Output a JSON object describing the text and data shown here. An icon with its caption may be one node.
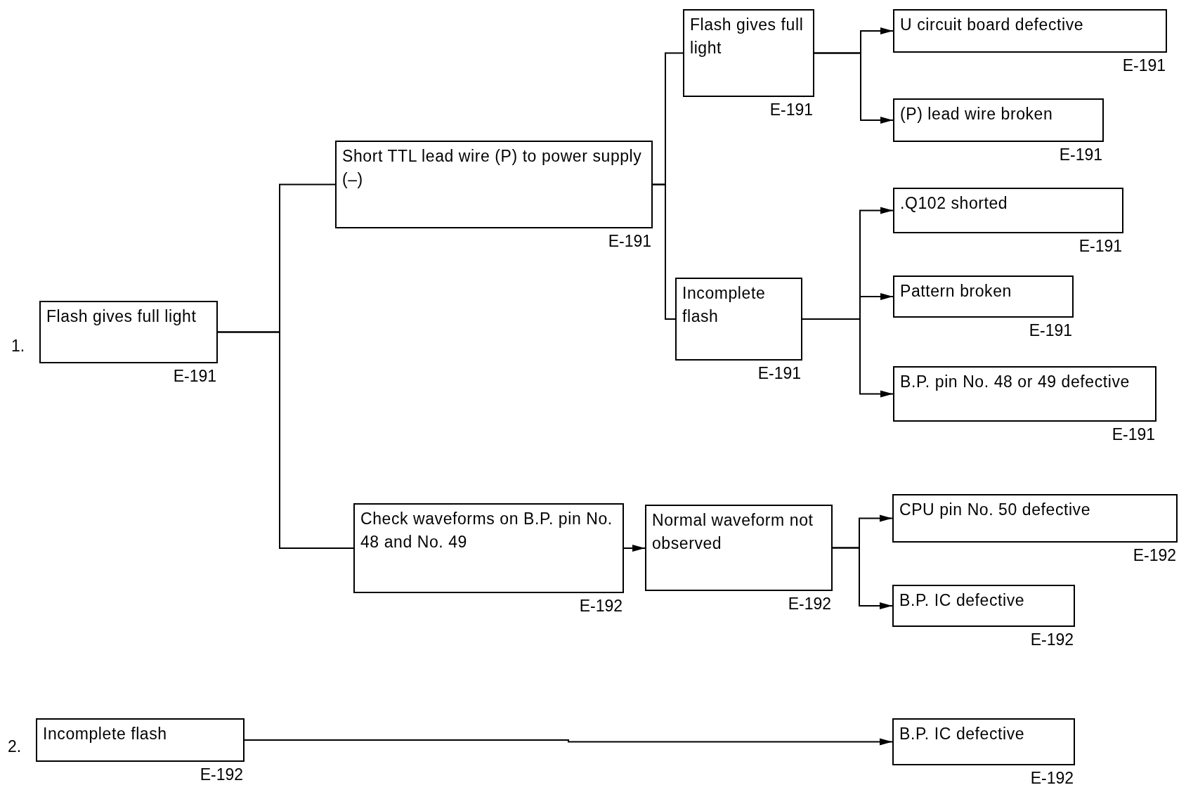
{
  "diagram": {
    "nodes": [
      {
        "text": [
          "Flash gives full light"
        ],
        "beside": [
          "E-191"
        ]
      },
      {
        "text": [
          "Short TTL lead wire (P) to power supply (–)"
        ],
        "beside": [
          "E-191"
        ]
      },
      {
        "text": [
          "Flash gives full light"
        ],
        "beside": [
          "E-191"
        ]
      },
      {
        "text": [
          "U circuit board defective"
        ],
        "beside": [
          "E-191"
        ]
      },
      {
        "text": [
          "(P) lead wire broken"
        ],
        "beside": [
          "E-191"
        ]
      },
      {
        "text": [
          "Incomplete flash"
        ],
        "beside": [
          "E-191"
        ]
      },
      {
        "text": [
          ".Q102 shorted"
        ],
        "beside": [
          "E-191"
        ]
      },
      {
        "text": [
          "Pattern broken"
        ],
        "beside": [
          "E-191"
        ]
      },
      {
        "text": [
          "B.P. pin No. 48 or 49 defective"
        ],
        "beside": [
          "E-191"
        ]
      },
      {
        "text": [
          "Check waveforms on B.P. pin No. 48 and No. 49"
        ],
        "beside": [
          "E-192"
        ]
      },
      {
        "text": [
          "Normal waveform not observed"
        ],
        "beside": [
          "E-192"
        ]
      },
      {
        "text": [
          "CPU pin No. 50 defective"
        ],
        "beside": [
          "E-192"
        ]
      },
      {
        "text": [
          "B.P. IC defective"
        ],
        "beside": [
          "E-192"
        ]
      },
      {
        "text": [
          "Incomplete flash"
        ],
        "beside": [
          "E-192"
        ]
      },
      {
        "text": [
          "B.P. IC defective"
        ],
        "beside": [
          "E-192"
        ]
      }
    ],
    "edges": [
      {
        "from": 0,
        "to": 1,
        "arrow": "none"
      },
      {
        "from": 0,
        "to": 9,
        "arrow": "none"
      },
      {
        "from": 1,
        "to": 2,
        "arrow": "none"
      },
      {
        "from": 1,
        "to": 5,
        "arrow": "none"
      },
      {
        "from": 2,
        "to": 3,
        "arrow": "to"
      },
      {
        "from": 2,
        "to": 4,
        "arrow": "to"
      },
      {
        "from": 5,
        "to": 6,
        "arrow": "to"
      },
      {
        "from": 5,
        "to": 7,
        "arrow": "to"
      },
      {
        "from": 5,
        "to": 8,
        "arrow": "to"
      },
      {
        "from": 9,
        "to": 10,
        "arrow": "to"
      },
      {
        "from": 10,
        "to": 11,
        "arrow": "to"
      },
      {
        "from": 10,
        "to": 12,
        "arrow": "to"
      },
      {
        "from": 13,
        "to": 14,
        "arrow": "to"
      }
    ],
    "labels": [
      "1.",
      "2."
    ]
  }
}
